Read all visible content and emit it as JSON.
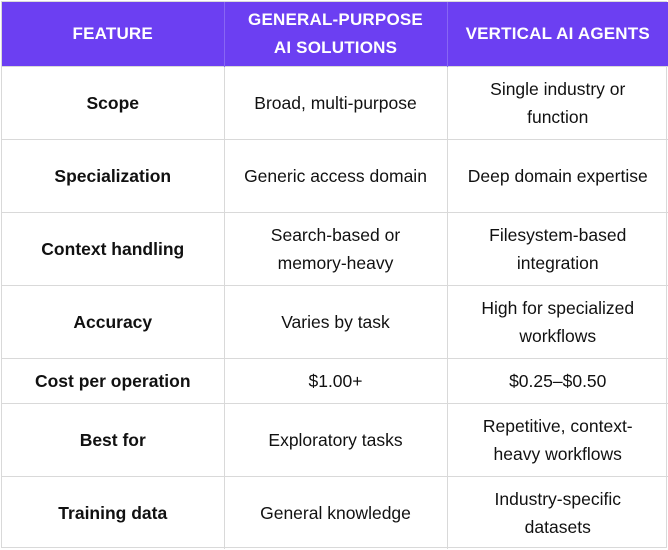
{
  "header": {
    "feature": "FEATURE",
    "general": "GENERAL-PURPOSE AI SOLUTIONS",
    "vertical": "VERTICAL AI AGENTS"
  },
  "rows": [
    {
      "feature": "Scope",
      "general": "Broad, multi-purpose",
      "vertical": "Single industry or function"
    },
    {
      "feature": "Specialization",
      "general": "Generic access domain",
      "vertical": "Deep domain expertise"
    },
    {
      "feature": "Context handling",
      "general": "Search-based or memory-heavy",
      "vertical": "Filesystem-based integration"
    },
    {
      "feature": "Accuracy",
      "general": "Varies by task",
      "vertical": "High for specialized workflows"
    },
    {
      "feature": "Cost per operation",
      "general": "$1.00+",
      "vertical": "$0.25–$0.50"
    },
    {
      "feature": "Best for",
      "general": "Exploratory tasks",
      "vertical": "Repetitive, context-heavy workflows"
    },
    {
      "feature": "Training data",
      "general": "General knowledge",
      "vertical": "Industry-specific datasets"
    }
  ],
  "colors": {
    "header_bg": "#6c3ff2",
    "header_text": "#ffffff",
    "border": "#d9d9d9"
  }
}
